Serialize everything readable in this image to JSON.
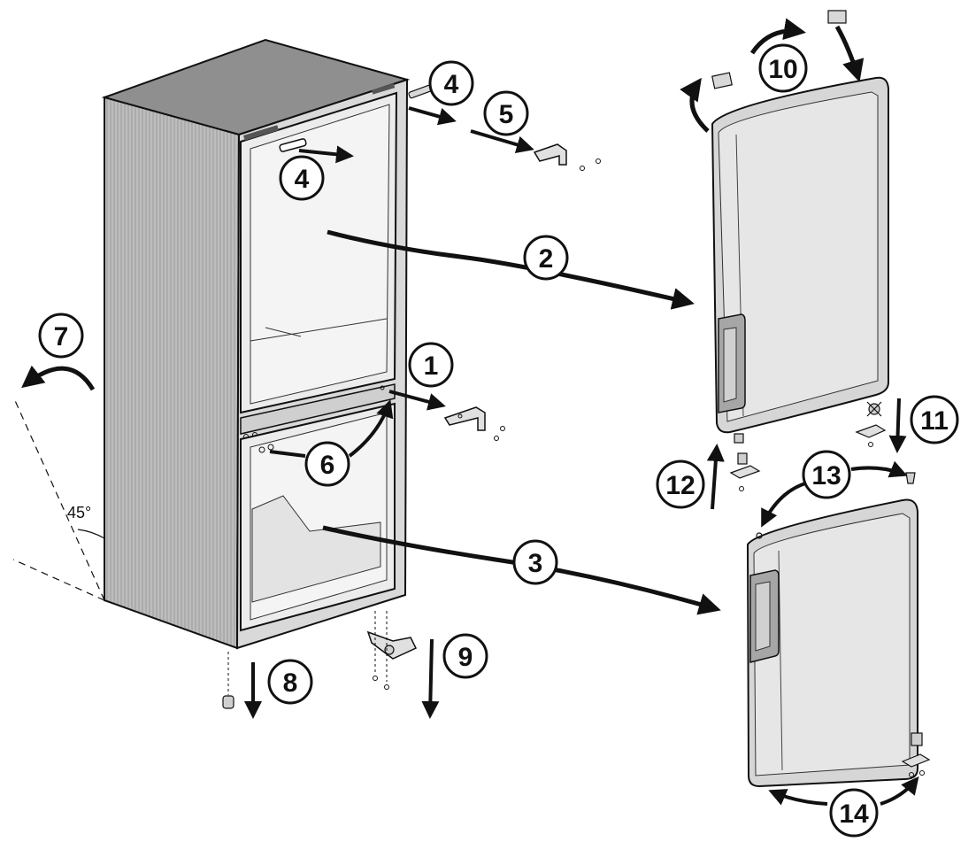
{
  "diagram": {
    "angle_label": "45°",
    "steps": [
      {
        "id": "1",
        "label": "1"
      },
      {
        "id": "2",
        "label": "2"
      },
      {
        "id": "3",
        "label": "3"
      },
      {
        "id": "4a",
        "label": "4"
      },
      {
        "id": "4b",
        "label": "4"
      },
      {
        "id": "5",
        "label": "5"
      },
      {
        "id": "6",
        "label": "6"
      },
      {
        "id": "7",
        "label": "7"
      },
      {
        "id": "8",
        "label": "8"
      },
      {
        "id": "9",
        "label": "9"
      },
      {
        "id": "10",
        "label": "10"
      },
      {
        "id": "11",
        "label": "11"
      },
      {
        "id": "12",
        "label": "12"
      },
      {
        "id": "13",
        "label": "13"
      },
      {
        "id": "14",
        "label": "14"
      }
    ]
  }
}
